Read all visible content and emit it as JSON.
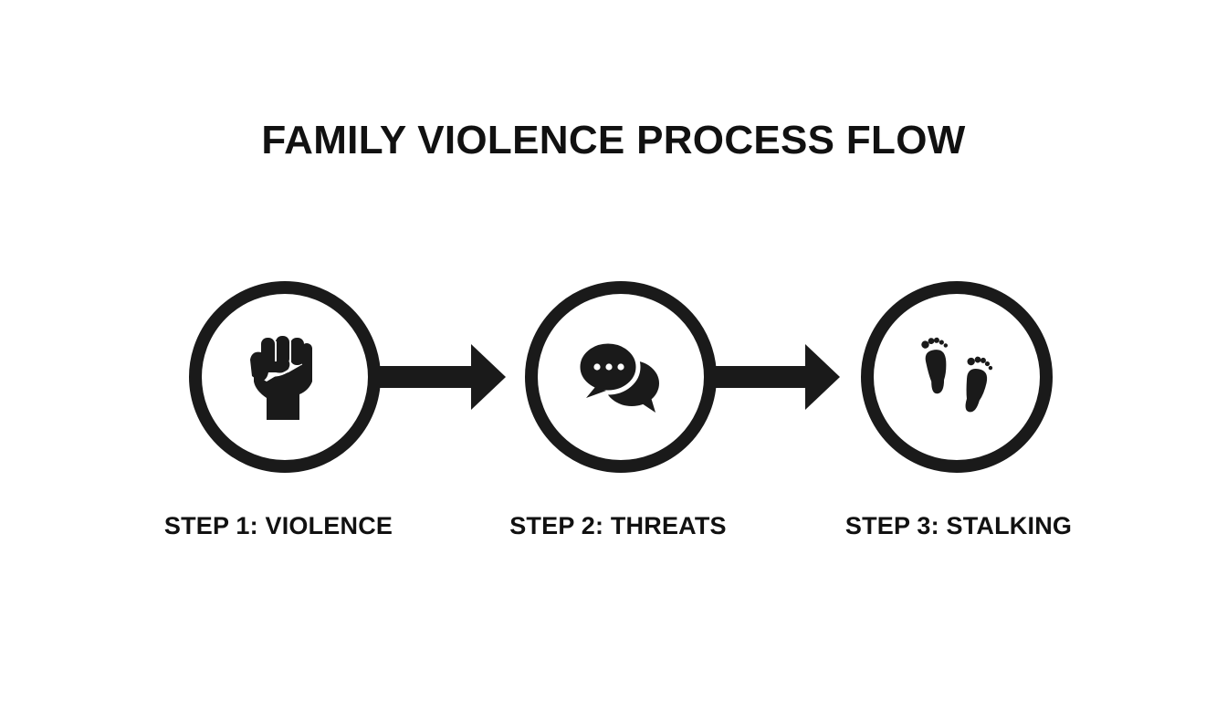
{
  "title": "FAMILY VIOLENCE PROCESS FLOW",
  "colors": {
    "background": "#ffffff",
    "ink": "#1a1a1a"
  },
  "steps": [
    {
      "label": "STEP 1: VIOLENCE",
      "icon": "raised-fist-icon"
    },
    {
      "label": "STEP 2: THREATS",
      "icon": "speech-bubbles-icon"
    },
    {
      "label": "STEP 3: STALKING",
      "icon": "footprints-icon"
    }
  ]
}
